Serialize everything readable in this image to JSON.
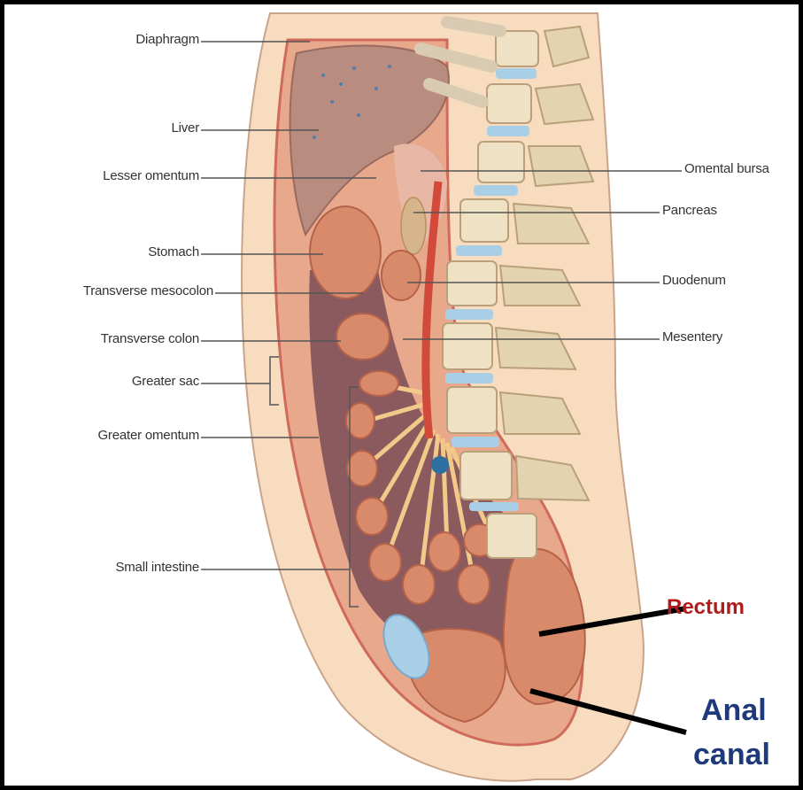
{
  "labels": {
    "diaphragm": "Diaphragm",
    "liver": "Liver",
    "lesser_omentum": "Lesser omentum",
    "stomach": "Stomach",
    "transverse_mesocolon": "Transverse mesocolon",
    "transverse_colon": "Transverse colon",
    "greater_sac": "Greater sac",
    "greater_omentum": "Greater omentum",
    "small_intestine": "Small intestine",
    "omental_bursa": "Omental bursa",
    "pancreas": "Pancreas",
    "duodenum": "Duodenum",
    "mesentery": "Mesentery"
  },
  "annotations": {
    "rectum": "Rectum",
    "anal": "Anal",
    "canal": "canal"
  },
  "colors": {
    "rectum_label": "#b01c1c",
    "anal_canal_label": "#1f3a7a",
    "skin": "#f7dcc0",
    "organ": "#d98a6a",
    "cavity": "#8a5a5e",
    "bone": "#efe2c4",
    "disc": "#a9cfe6"
  }
}
